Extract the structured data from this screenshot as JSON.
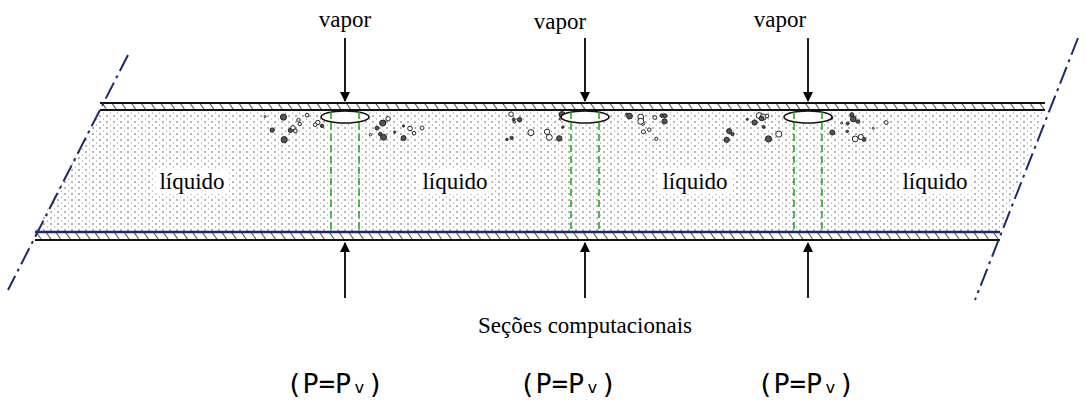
{
  "diagram": {
    "labels": [
      "vapor",
      "vapor",
      "vapor",
      "líquido",
      "líquido",
      "líquido",
      "líquido",
      "Seções computacionais",
      "(P=Pᵥ)",
      "(P=Pᵥ)",
      "(P=Pᵥ)"
    ]
  }
}
